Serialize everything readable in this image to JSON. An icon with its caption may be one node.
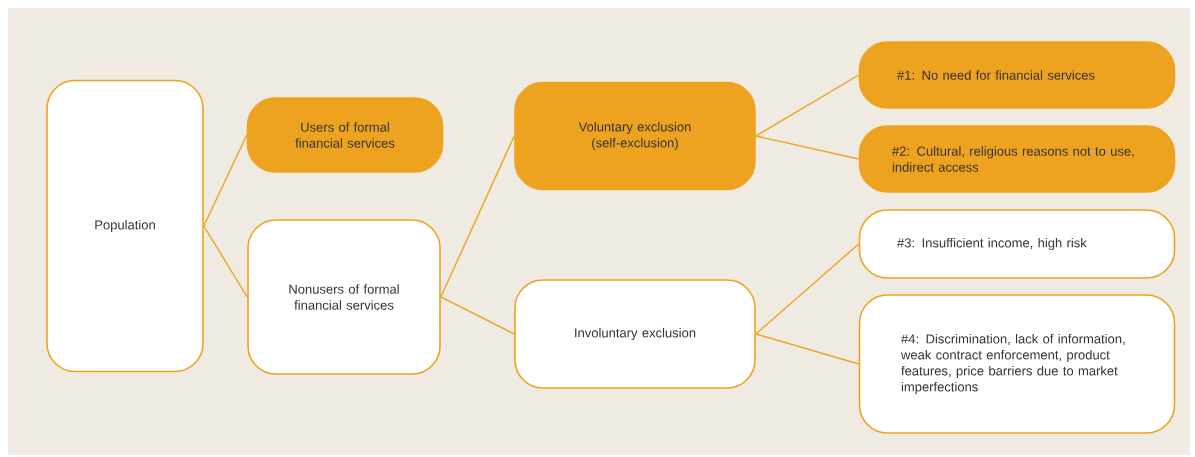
{
  "diagram": {
    "nodes": [
      {
        "text": [
          "Population"
        ]
      },
      {
        "text": [
          "Users of formal financial services"
        ]
      },
      {
        "text": [
          "Nonusers of formal financial services"
        ]
      },
      {
        "text": [
          "Voluntary exclusion (self-exclusion)"
        ]
      },
      {
        "text": [
          "Involuntary exclusion"
        ]
      },
      {
        "text": [
          "#1: No need for financial services"
        ]
      },
      {
        "text": [
          "#2: Cultural, religious reasons not to use, indirect access"
        ]
      },
      {
        "text": [
          "#3: Insufficient income, high risk"
        ]
      },
      {
        "text": [
          "#4: Discrimination, lack of information, weak contract enforcement, product features, price barriers due to market imperfections"
        ]
      }
    ],
    "edges": [
      {
        "from": 0,
        "to": 1,
        "arrow": "none"
      },
      {
        "from": 0,
        "to": 2,
        "arrow": "none"
      },
      {
        "from": 2,
        "to": 3,
        "arrow": "none"
      },
      {
        "from": 2,
        "to": 4,
        "arrow": "none"
      },
      {
        "from": 3,
        "to": 5,
        "arrow": "none"
      },
      {
        "from": 3,
        "to": 6,
        "arrow": "none"
      },
      {
        "from": 4,
        "to": 7,
        "arrow": "none"
      },
      {
        "from": 4,
        "to": 8,
        "arrow": "none"
      }
    ]
  }
}
